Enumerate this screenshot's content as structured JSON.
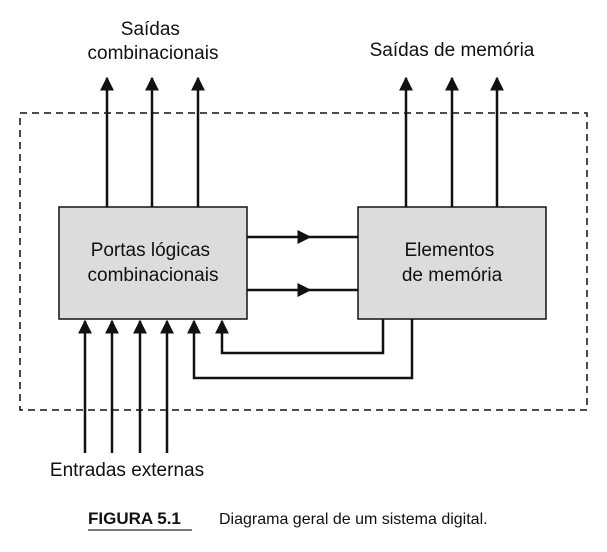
{
  "diagram": {
    "combinational_outputs_label": [
      "Saídas",
      "combinacionais"
    ],
    "memory_outputs_label": "Saídas de memória",
    "logic_block_label": [
      "Portas lógicas",
      "combinacionais"
    ],
    "memory_block_label": [
      "Elementos",
      "de memória"
    ],
    "external_inputs_label": "Entradas externas"
  },
  "caption": {
    "figure_label": "FIGURA 5.1",
    "text": "Diagrama geral de um sistema digital."
  },
  "colors": {
    "block_fill": "#dcdcdc",
    "line": "#111111",
    "caption_rule": "#7a7a7a"
  }
}
